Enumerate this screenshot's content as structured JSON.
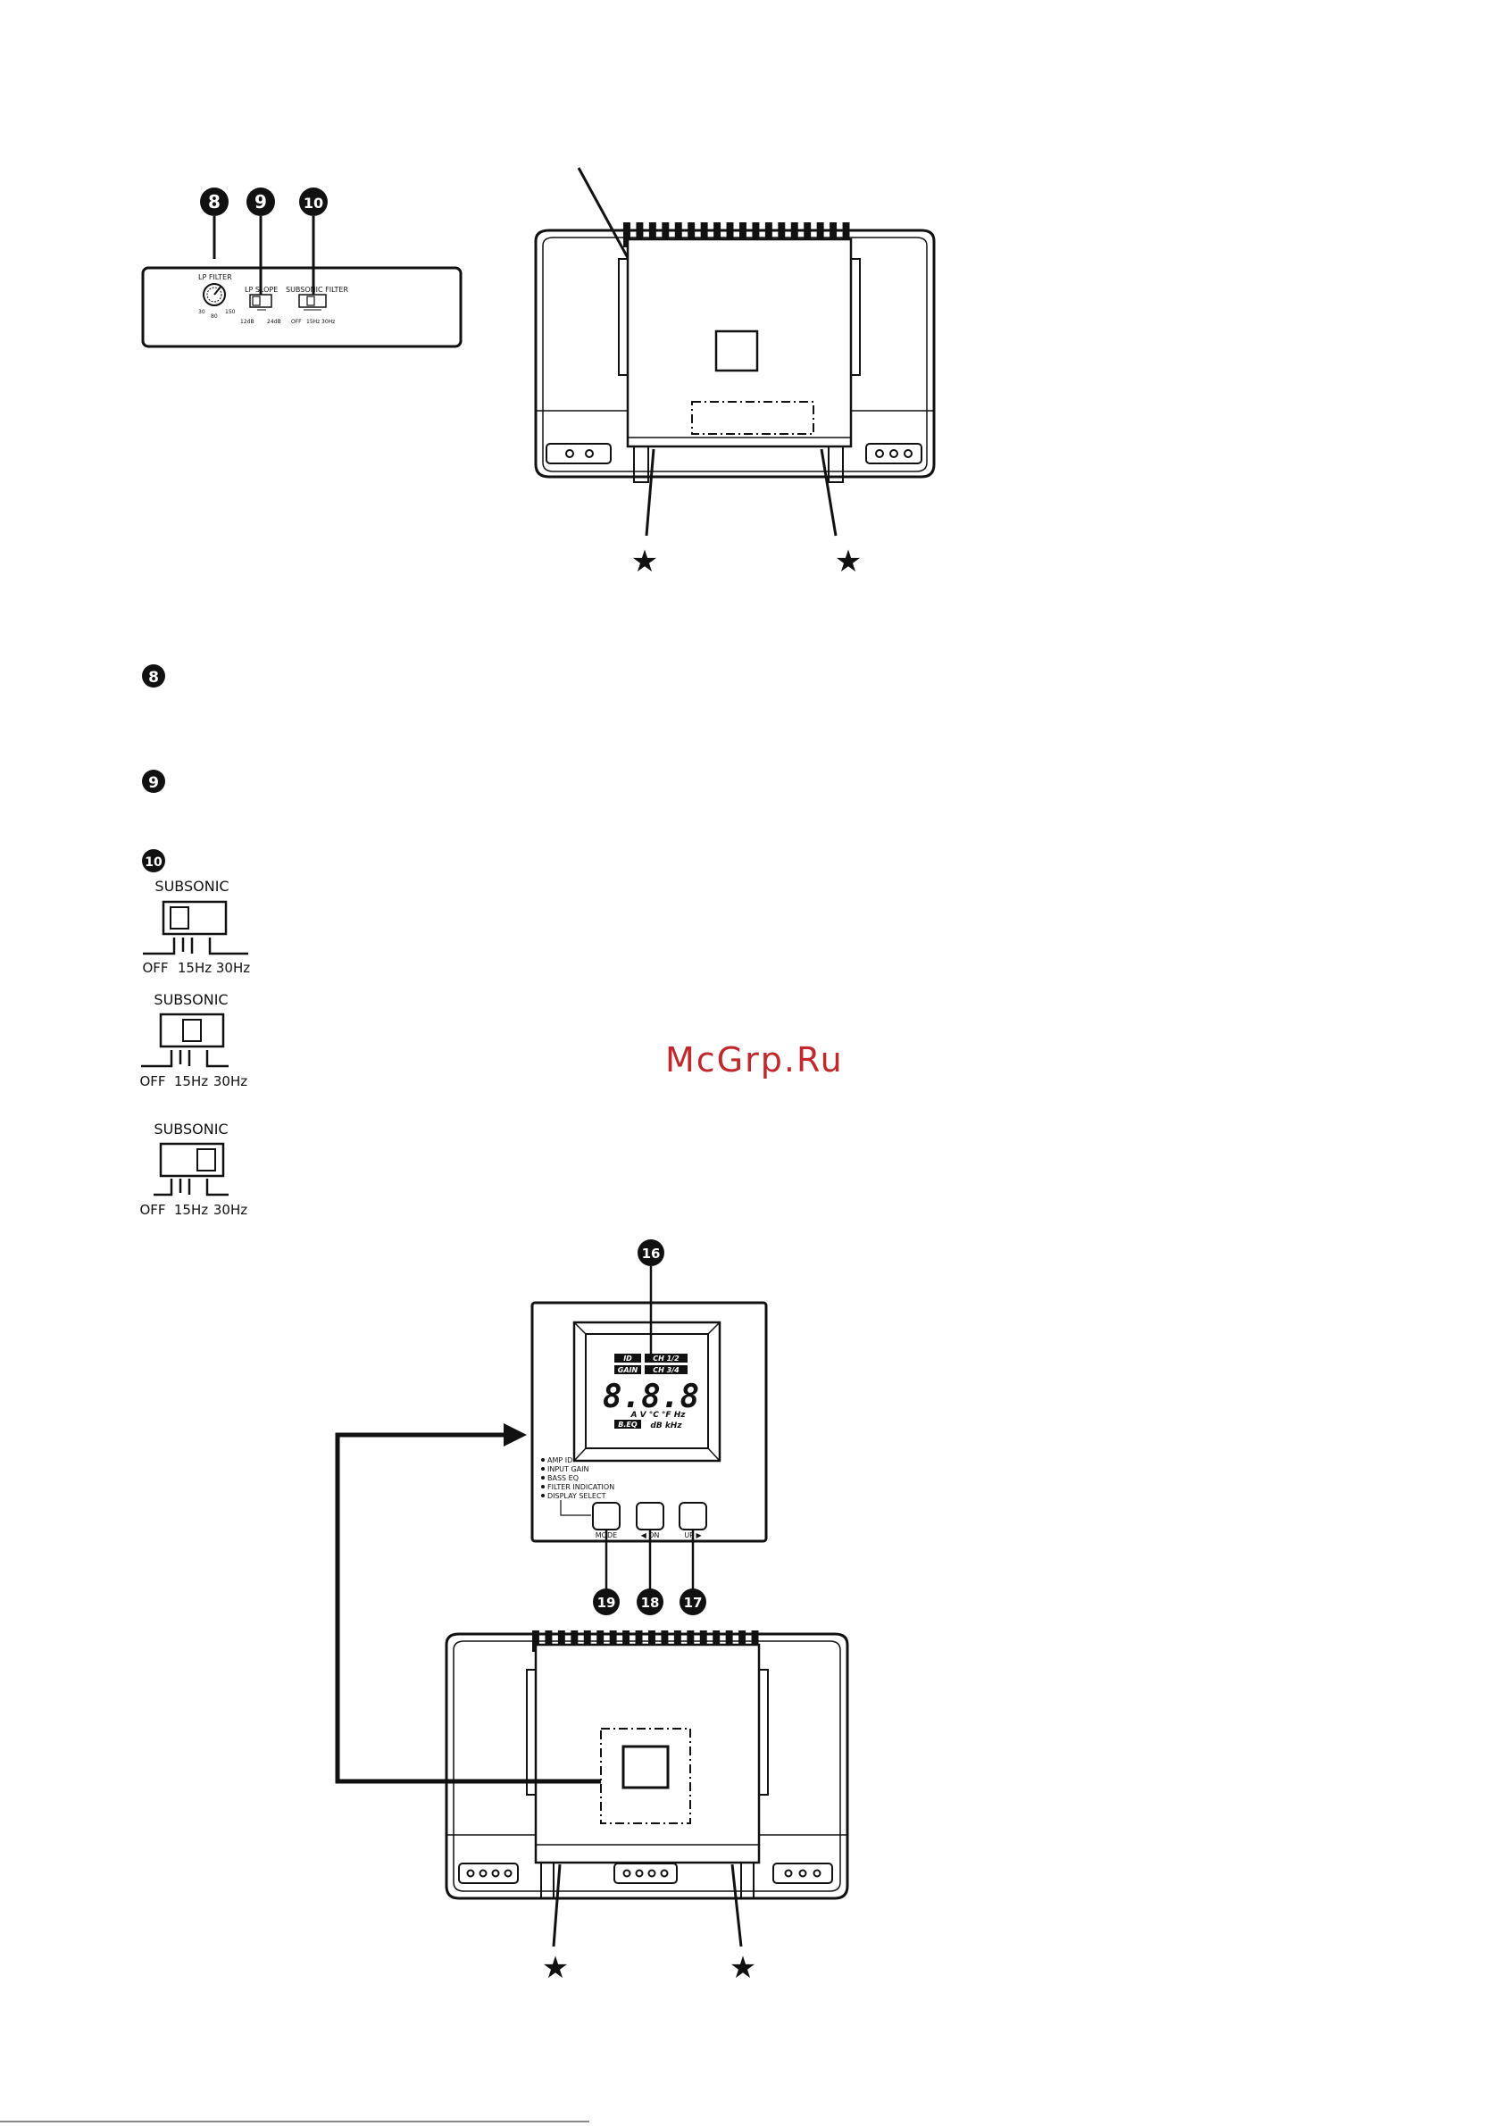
{
  "callouts": {
    "c8": "8",
    "c9": "9",
    "c10": "10",
    "c16": "16",
    "c17": "17",
    "c18": "18",
    "c19": "19"
  },
  "top_panel": {
    "lp_filter": "LP FILTER",
    "lp_slope": "LP SLOPE",
    "subsonic_filter": "SUBSONIC FILTER",
    "dial_30": "30",
    "dial_80": "80",
    "dial_150": "150",
    "slope_12": "12dB",
    "slope_24": "24dB",
    "sub_off": "OFF",
    "sub_15": "15Hz",
    "sub_30": "30Hz"
  },
  "star": "★",
  "subsonic_switches": [
    {
      "title": "SUBSONIC",
      "off": "OFF",
      "hz15": "15Hz",
      "hz30": "30Hz",
      "position": 0
    },
    {
      "title": "SUBSONIC",
      "off": "OFF",
      "hz15": "15Hz",
      "hz30": "30Hz",
      "position": 1
    },
    {
      "title": "SUBSONIC",
      "off": "OFF",
      "hz15": "15Hz",
      "hz30": "30Hz",
      "position": 2
    }
  ],
  "display_panel": {
    "tag_id": "ID",
    "tag_ch12": "CH 1/2",
    "tag_gain": "GAIN",
    "tag_ch34": "CH 3/4",
    "digits": "8.8.8",
    "units_row1": "A V °C °F Hz",
    "tag_beq": "B.EQ",
    "units_row2": "dB kHz",
    "menu": [
      "AMP ID",
      "INPUT GAIN",
      "BASS EQ",
      "FILTER INDICATION",
      "DISPLAY SELECT"
    ],
    "btn_mode": "MODE",
    "btn_dn": "◀ DN",
    "btn_up": "UP ▶"
  },
  "watermark": "McGrp.Ru"
}
